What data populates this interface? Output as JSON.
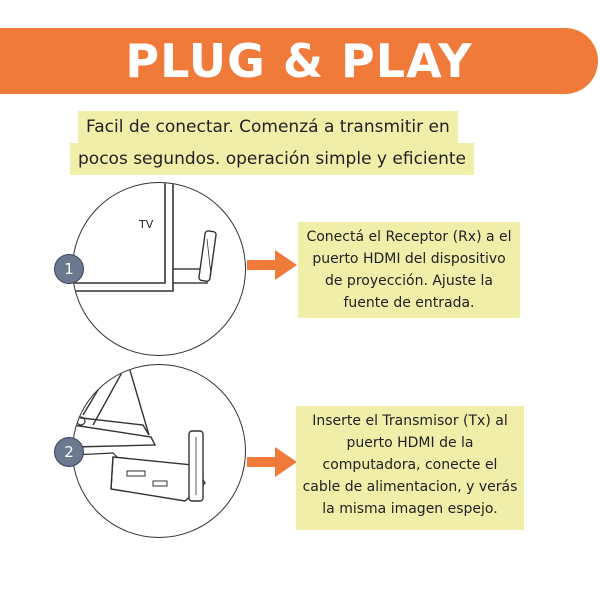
{
  "header": {
    "title": "PLUG & PLAY"
  },
  "intro": {
    "line1": "Facil de conectar. Comenzá a transmitir en",
    "line2": "pocos segundos. operación simple y eficiente"
  },
  "step1": {
    "number": "1",
    "tv_label": "TV",
    "text": "Conectá el Receptor (Rx) a el puerto HDMI del dispositivo de proyección. Ajuste la fuente de entrada."
  },
  "step2": {
    "number": "2",
    "text": "Inserte el Transmisor (Tx) al puerto HDMI de la computadora, conecte el cable de alimentacion, y verás la misma imagen espejo."
  },
  "colors": {
    "banner": "#ef7a3a",
    "highlight": "#f1eeaa",
    "badge": "#6a7890"
  }
}
